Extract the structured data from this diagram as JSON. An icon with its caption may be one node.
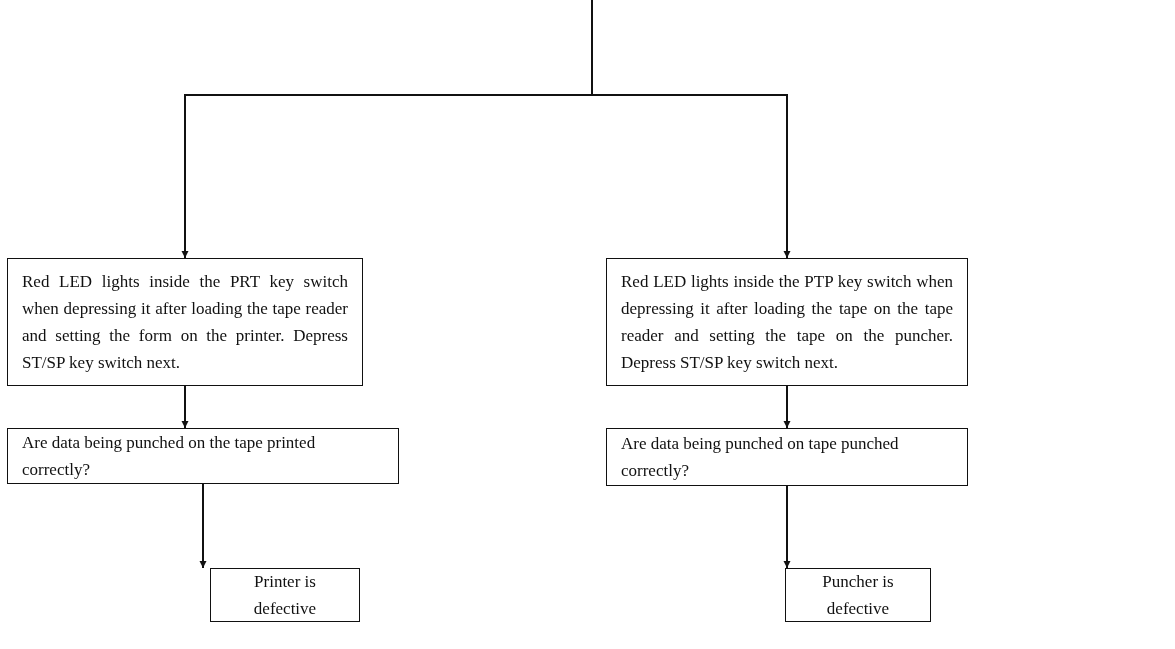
{
  "diagram": {
    "nodes": [
      {
        "text": [
          "Red LED lights inside the PRT key switch when depressing it after loading the tape reader and setting the form on the printer. Depress ST/SP key switch next."
        ]
      },
      {
        "text": [
          "Red LED lights inside the PTP key switch when depressing it after loading the tape on the tape reader and setting the tape on the puncher. Depress ST/SP key switch next."
        ]
      },
      {
        "text": [
          "Are data being punched on the tape printed correctly?"
        ]
      },
      {
        "text": [
          "Are data being punched on tape punched correctly?"
        ]
      },
      {
        "text": [
          "Printer is defective"
        ]
      },
      {
        "text": [
          "Puncher is defective"
        ]
      }
    ],
    "edges": [
      {
        "from": null,
        "to": 0,
        "arrow": "to"
      },
      {
        "from": null,
        "to": 1,
        "arrow": "to"
      },
      {
        "from": 0,
        "to": 2,
        "arrow": "to"
      },
      {
        "from": 1,
        "to": 3,
        "arrow": "to"
      },
      {
        "from": 2,
        "to": 4,
        "arrow": "to"
      },
      {
        "from": 3,
        "to": 5,
        "arrow": "to"
      }
    ]
  }
}
